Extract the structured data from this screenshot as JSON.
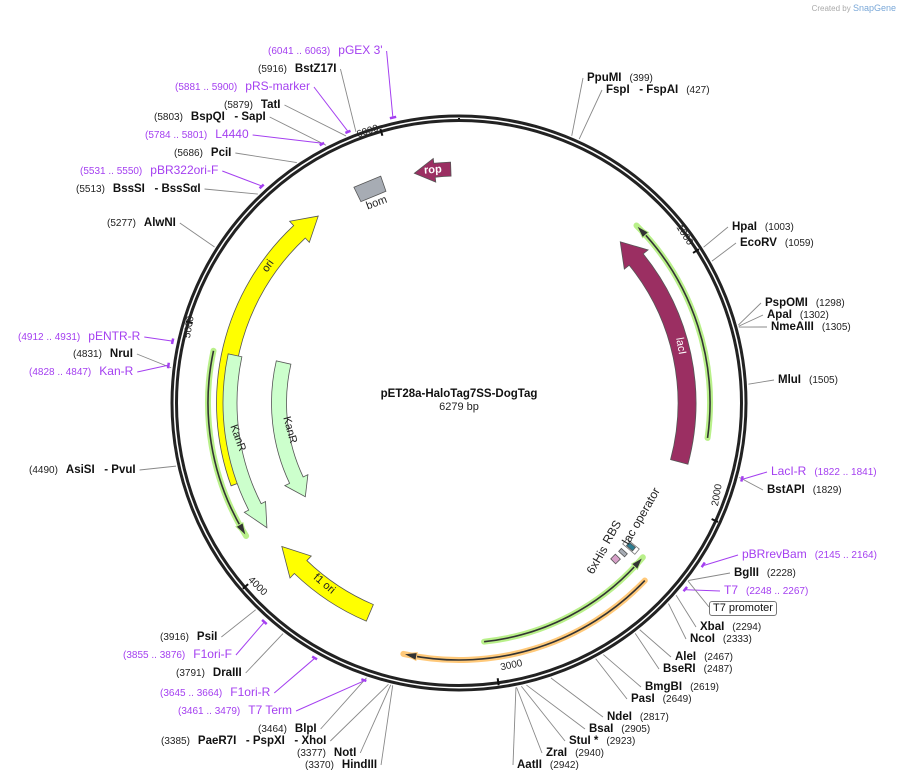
{
  "created_by": "Created by",
  "brand": "SnapGene",
  "plasmid": {
    "name": "pET28a-HaloTag7SS-DogTag",
    "length_label": "6279 bp",
    "length": 6279
  },
  "tick_labels": [
    "1000",
    "2000",
    "3000",
    "4000",
    "5000",
    "6000"
  ],
  "features": [
    {
      "label": "rop",
      "start": 6087,
      "end": 6244,
      "direction": "reverse",
      "color": "#9b2f62"
    },
    {
      "label": "bom",
      "start": 5826,
      "end": 5947,
      "direction": "none",
      "color": "#a7acb4"
    },
    {
      "label": "ori",
      "start": 4361,
      "end": 5634,
      "direction": "forward",
      "color": "#ffff00"
    },
    {
      "label": "lacI",
      "start": 785,
      "end": 1831,
      "direction": "reverse",
      "color": "#9b2f62"
    },
    {
      "label": "KanR",
      "start": 4134,
      "end": 4919,
      "direction": "reverse",
      "color": "#ccffcc"
    },
    {
      "label": "KanR",
      "start": 4162,
      "end": 4936,
      "direction": "reverse",
      "color": "#ccffcc"
    },
    {
      "label": "f1 ori",
      "start": 3541,
      "end": 4029,
      "direction": "forward",
      "color": "#ffff00"
    },
    {
      "label": "lac operator",
      "start": 2255,
      "end": 2275,
      "direction": "none",
      "color": "#2c7c91"
    },
    {
      "label": "RBS",
      "start": 2300,
      "end": 2318,
      "direction": "none",
      "color": "#a7acb4"
    },
    {
      "label": "6xHis",
      "start": 2338,
      "end": 2368,
      "direction": "none",
      "color": "#d7a0c8"
    }
  ],
  "sites": [
    {
      "label": "BstZ17I",
      "pos": "(5916)",
      "bp": 5916
    },
    {
      "label": "TatI",
      "pos": "(5879)",
      "bp": 5879
    },
    {
      "label": "BspQI   - SapI",
      "pos": "(5803)",
      "bp": 5803
    },
    {
      "label": "PciI",
      "pos": "(5686)",
      "bp": 5686
    },
    {
      "label": "BssSI   - BssSαI",
      "pos": "(5513)",
      "bp": 5513
    },
    {
      "label": "AlwNI",
      "pos": "(5277)",
      "bp": 5277
    },
    {
      "label": "NruI",
      "pos": "(4831)",
      "bp": 4831
    },
    {
      "label": "AsiSI   - PvuI",
      "pos": "(4490)",
      "bp": 4490
    },
    {
      "label": "PsiI",
      "pos": "(3916)",
      "bp": 3916
    },
    {
      "label": "DraIII",
      "pos": "(3791)",
      "bp": 3791
    },
    {
      "label": "BlpI",
      "pos": "(3464)",
      "bp": 3464
    },
    {
      "label": "PaeR7I   - PspXI   - XhoI",
      "pos": "(3385)",
      "bp": 3385
    },
    {
      "label": "NotI",
      "pos": "(3377)",
      "bp": 3377
    },
    {
      "label": "HindIII",
      "pos": "(3370)",
      "bp": 3370
    },
    {
      "label": "PpuMI",
      "pos": "(399)",
      "bp": 399
    },
    {
      "label": "FspI   - FspAI",
      "pos": "(427)",
      "bp": 427
    },
    {
      "label": "HpaI",
      "pos": "(1003)",
      "bp": 1003
    },
    {
      "label": "EcoRV",
      "pos": "(1059)",
      "bp": 1059
    },
    {
      "label": "PspOMI",
      "pos": "(1298)",
      "bp": 1298
    },
    {
      "label": "ApaI",
      "pos": "(1302)",
      "bp": 1302
    },
    {
      "label": "NmeAIII",
      "pos": "(1305)",
      "bp": 1305
    },
    {
      "label": "MluI",
      "pos": "(1505)",
      "bp": 1505
    },
    {
      "label": "BstAPI",
      "pos": "(1829)",
      "bp": 1829
    },
    {
      "label": "BglII",
      "pos": "(2228)",
      "bp": 2228
    },
    {
      "label": "XbaI",
      "pos": "(2294)",
      "bp": 2294
    },
    {
      "label": "NcoI",
      "pos": "(2333)",
      "bp": 2333
    },
    {
      "label": "AleI",
      "pos": "(2467)",
      "bp": 2467
    },
    {
      "label": "BseRI",
      "pos": "(2487)",
      "bp": 2487
    },
    {
      "label": "BmgBI",
      "pos": "(2619)",
      "bp": 2619
    },
    {
      "label": "PasI",
      "pos": "(2649)",
      "bp": 2649
    },
    {
      "label": "NdeI",
      "pos": "(2817)",
      "bp": 2817
    },
    {
      "label": "BsaI",
      "pos": "(2905)",
      "bp": 2905
    },
    {
      "label": "StuI *",
      "pos": "(2923)",
      "bp": 2923
    },
    {
      "label": "ZraI",
      "pos": "(2940)",
      "bp": 2940
    },
    {
      "label": "AatII",
      "pos": "(2942)",
      "bp": 2942
    }
  ],
  "primers": [
    {
      "label": "pGEX 3'",
      "range": "(6041 .. 6063)",
      "start": 6041,
      "end": 6063
    },
    {
      "label": "pRS-marker",
      "range": "(5881 .. 5900)",
      "start": 5881,
      "end": 5900
    },
    {
      "label": "L4440",
      "range": "(5784 .. 5801)",
      "start": 5784,
      "end": 5801
    },
    {
      "label": "pBR322ori-F",
      "range": "(5531 .. 5550)",
      "start": 5531,
      "end": 5550
    },
    {
      "label": "pENTR-R",
      "range": "(4912 .. 4931)",
      "start": 4912,
      "end": 4931
    },
    {
      "label": "Kan-R",
      "range": "(4828 .. 4847)",
      "start": 4828,
      "end": 4847
    },
    {
      "label": "F1ori-F",
      "range": "(3855 .. 3876)",
      "start": 3855,
      "end": 3876
    },
    {
      "label": "F1ori-R",
      "range": "(3645 .. 3664)",
      "start": 3645,
      "end": 3664
    },
    {
      "label": "T7 Term",
      "range": "(3461 .. 3479)",
      "start": 3461,
      "end": 3479
    },
    {
      "label": "LacI-R",
      "range": "(1822 .. 1841)",
      "start": 1822,
      "end": 1841
    },
    {
      "label": "pBRrevBam",
      "range": "(2145 .. 2164)",
      "start": 2145,
      "end": 2164
    },
    {
      "label": "T7",
      "range": "(2248 .. 2267)",
      "start": 2248,
      "end": 2267
    }
  ],
  "t7_promoter": "T7 promoter",
  "colors": {
    "primer": "#a43ff0",
    "ring": "#222222"
  }
}
